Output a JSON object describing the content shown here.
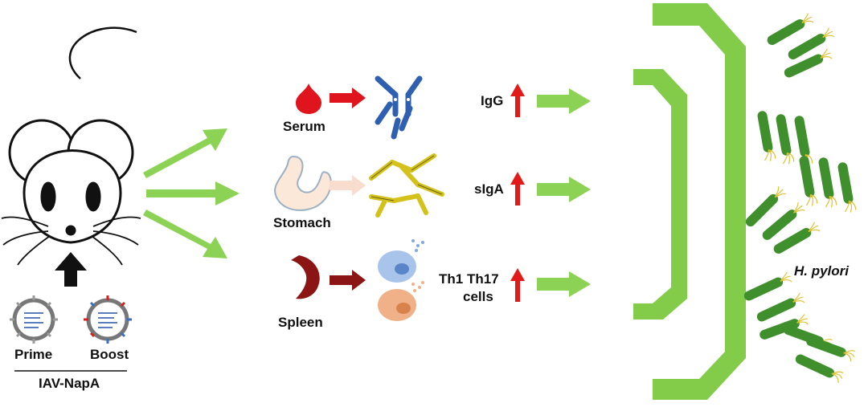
{
  "vaccine": {
    "prime_label": "Prime",
    "boost_label": "Boost",
    "name": "IAV-NapA"
  },
  "compartments": [
    {
      "organ": "Serum",
      "response": "IgG"
    },
    {
      "organ": "Stomach",
      "response": "sIgA"
    },
    {
      "organ": "Spleen",
      "response_line1": "Th1 Th17",
      "response_line2": "cells"
    }
  ],
  "pathogen": {
    "label": "H. pylori"
  },
  "colors": {
    "arrow_green": "#8cd254",
    "shield_green": "#82cc4a",
    "bacteria_green": "#3f8f2c",
    "up_arrow_red": "#e21a1a",
    "blood_red": "#e0141c",
    "spleen_red": "#8b1414",
    "antibody_blue": "#3a6fc4",
    "siga_yellow": "#e6d21a"
  }
}
